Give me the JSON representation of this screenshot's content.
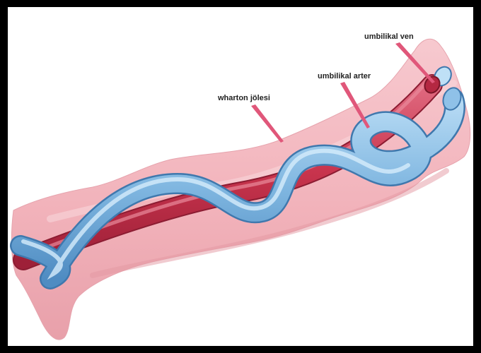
{
  "labels": {
    "vein": "umbilikal ven",
    "artery": "umbilikal arter",
    "jelly": "wharton jölesi"
  },
  "colors": {
    "frame": "#000000",
    "background": "#ffffff",
    "tissue": "#f3b8bf",
    "tissue_shade": "#e9a0aa",
    "artery": "#c8344d",
    "vein": "#7fb6e0",
    "pointer": "#e0577a"
  }
}
